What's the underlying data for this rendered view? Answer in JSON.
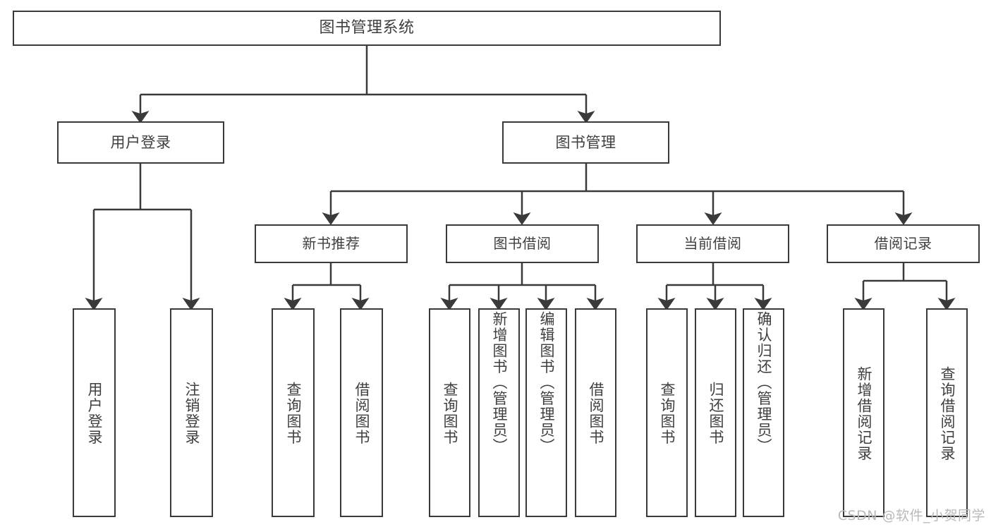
{
  "diagram": {
    "title": "图书管理系统",
    "type": "hierarchy-tree",
    "line_color": "#3a3a3a",
    "box_fill": "#ffffff",
    "text_color": "#3f3f3f",
    "watermark": "CSDN @软件_小贺同学",
    "root": {
      "label": "图书管理系统"
    },
    "level2": [
      {
        "label": "用户登录"
      },
      {
        "label": "图书管理"
      }
    ],
    "level3": [
      {
        "label": "新书推荐"
      },
      {
        "label": "图书借阅"
      },
      {
        "label": "当前借阅"
      },
      {
        "label": "借阅记录"
      }
    ],
    "leaves": {
      "user_login": [
        {
          "label": "用户登录"
        },
        {
          "label": "注销登录"
        }
      ],
      "new_book_recommend": [
        {
          "label": "查询图书"
        },
        {
          "label": "借阅图书"
        }
      ],
      "book_borrow": [
        {
          "label": "查询图书"
        },
        {
          "label": "新增图书（管理员）"
        },
        {
          "label": "编辑图书（管理员）"
        },
        {
          "label": "借阅图书"
        }
      ],
      "current_borrow": [
        {
          "label": "查询图书"
        },
        {
          "label": "归还图书"
        },
        {
          "label": "确认归还（管理员）"
        }
      ],
      "borrow_record": [
        {
          "label": "新增借阅记录"
        },
        {
          "label": "查询借阅记录"
        }
      ]
    }
  }
}
